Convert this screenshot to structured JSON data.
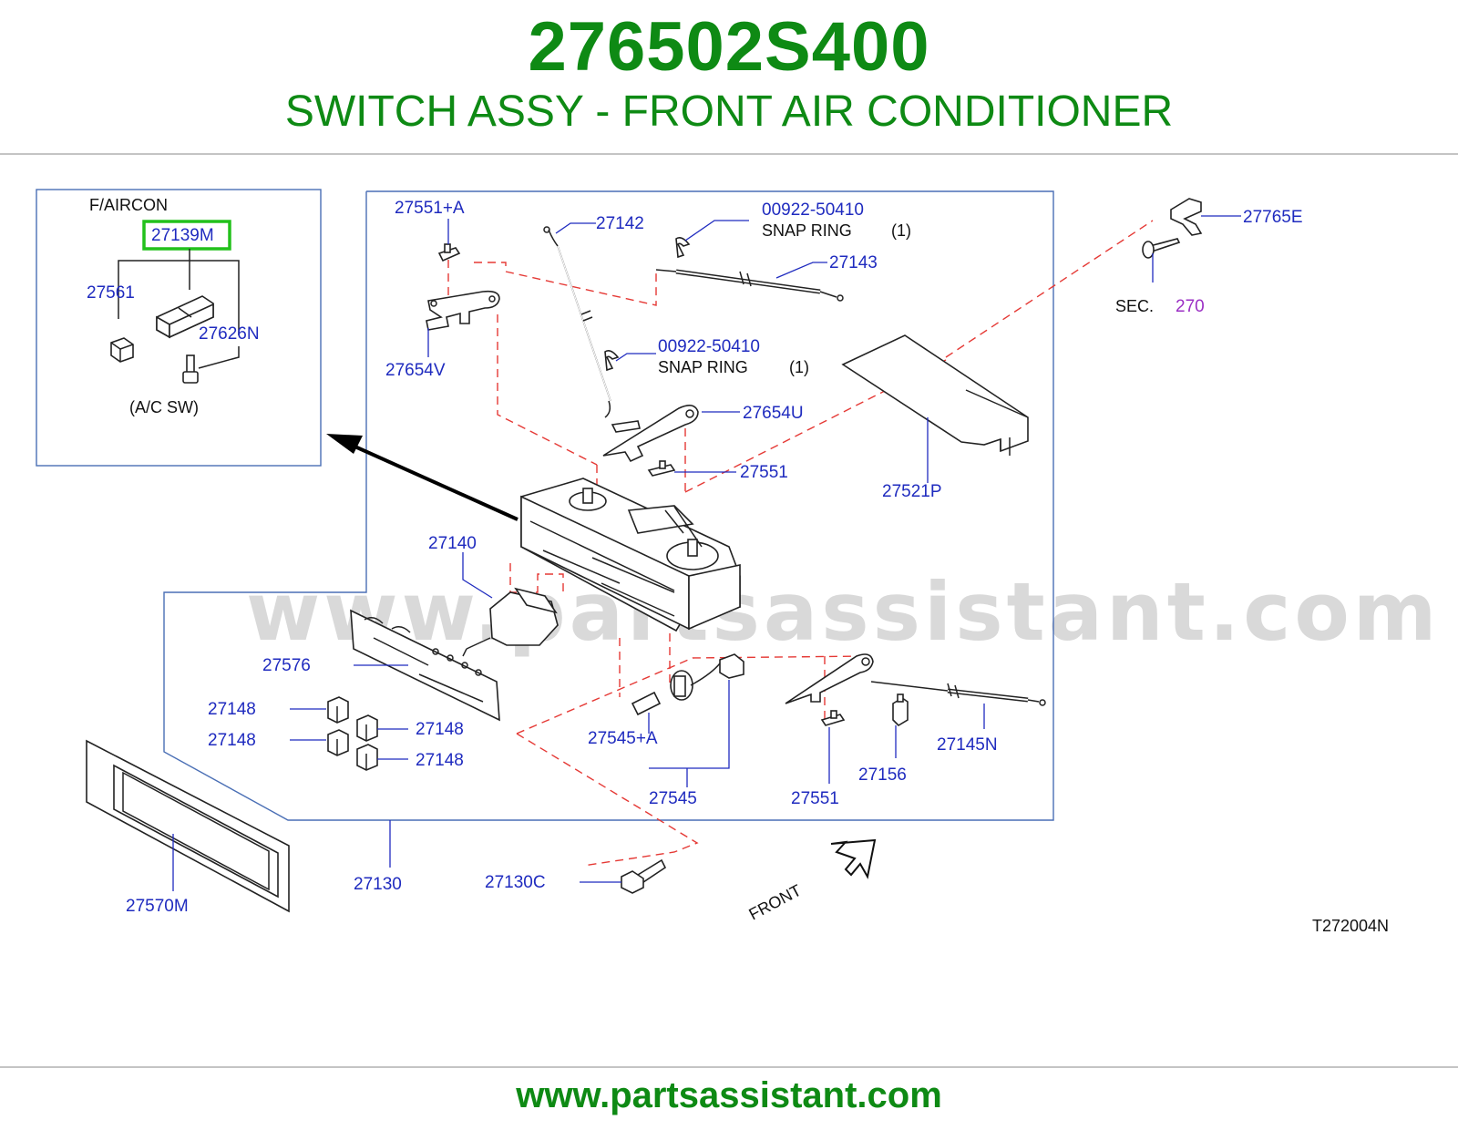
{
  "header": {
    "part_number": "276502S400",
    "description": "SWITCH ASSY - FRONT AIR CONDITIONER"
  },
  "inset": {
    "title": "F/AIRCON",
    "highlighted": "27139M",
    "labels": [
      "27561",
      "27626N"
    ],
    "caption": "(A/C  SW)"
  },
  "callouts": {
    "c27551A": "27551+A",
    "c27142": "27142",
    "c00922a": "00922-50410",
    "snap_a": "SNAP  RING",
    "qty_a": "(1)",
    "c27143": "27143",
    "c27765E": "27765E",
    "sec": "SEC.",
    "sec_num": "270",
    "c27654V": "27654V",
    "c00922b": "00922-50410",
    "snap_b": "SNAP  RING",
    "qty_b": "(1)",
    "c27654U": "27654U",
    "c27551a": "27551",
    "c27521P": "27521P",
    "c27140": "27140",
    "c27576": "27576",
    "c27148a": "27148",
    "c27148b": "27148",
    "c27148c": "27148",
    "c27148d": "27148",
    "c27545A": "27545+A",
    "c27545": "27545",
    "c27551b": "27551",
    "c27156": "27156",
    "c27145N": "27145N",
    "c27130": "27130",
    "c27130C": "27130C",
    "c27570M": "27570M",
    "front": "FRONT",
    "diagram_code": "T272004N"
  },
  "watermark": "www.partsassistant.com",
  "footer": {
    "url": "www.partsassistant.com"
  },
  "colors": {
    "brand_green": "#0e8a14",
    "callout_blue": "#1f2bbf",
    "highlight_green": "#22c11b",
    "dashed_red": "#e53935",
    "sec_purple": "#9b2fc4"
  }
}
